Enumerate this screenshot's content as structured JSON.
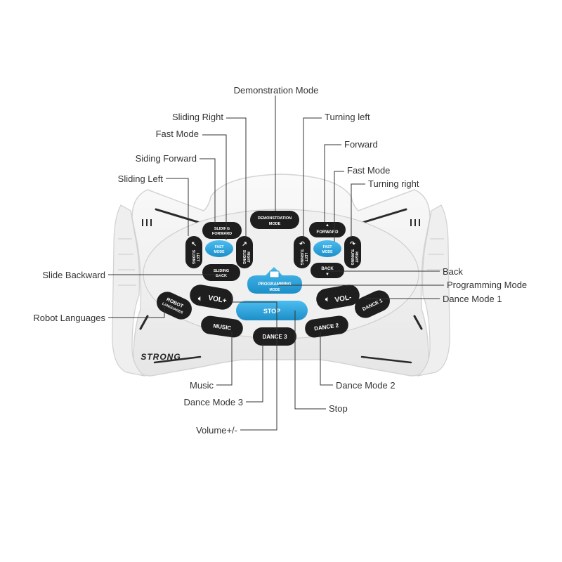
{
  "brand": "STRONG",
  "colors": {
    "button_dark": "#1e1e1e",
    "button_blue": "#2ea6df",
    "body": "#f2f2f2",
    "text": "#333333"
  },
  "buttons": {
    "demonstration": [
      "DEMONSTRATION",
      "MODE"
    ],
    "sliding_forward": [
      "SLIDING",
      "FORWARD"
    ],
    "fast_left": [
      "FAST",
      "MODE"
    ],
    "sliding_left": [
      "SLIDING",
      "LEFT"
    ],
    "sliding_right": [
      "SLIDING",
      "RIGHT"
    ],
    "sliding_back": [
      "SLIDING",
      "BACK"
    ],
    "forward": "FORWARD",
    "fast_right": [
      "FAST",
      "MODE"
    ],
    "turning_left": [
      "TURNING",
      "LEFT"
    ],
    "turning_right": [
      "TURNING",
      "RIGHT"
    ],
    "back": "BACK",
    "programming": [
      "PROGRAMMING",
      "MODE"
    ],
    "vol_plus": "VOL+",
    "vol_minus": "VOL-",
    "robot_languages": [
      "ROBOT",
      "LANGUAGES"
    ],
    "stop": "STOP",
    "music": "MUSIC",
    "dance3": "DANCE 3",
    "dance2": "DANCE 2",
    "dance1": "DANCE 1"
  },
  "labels": {
    "demonstration_mode": "Demonstration Mode",
    "sliding_right": "Sliding Right",
    "fast_mode_left": "Fast Mode",
    "siding_forward": "Siding Forward",
    "sliding_left": "Sliding Left",
    "turning_left": "Turning left",
    "forward": "Forward",
    "fast_mode_right": "Fast Mode",
    "turning_right": "Turning right",
    "slide_backward": "Slide Backward",
    "back": "Back",
    "programming_mode": "Programming Mode",
    "dance_mode_1": "Dance Mode 1",
    "robot_languages": "Robot Languages",
    "music": "Music",
    "dance_mode_2": "Dance Mode 2",
    "dance_mode_3": "Dance Mode 3",
    "stop": "Stop",
    "volume": "Volume+/-"
  }
}
